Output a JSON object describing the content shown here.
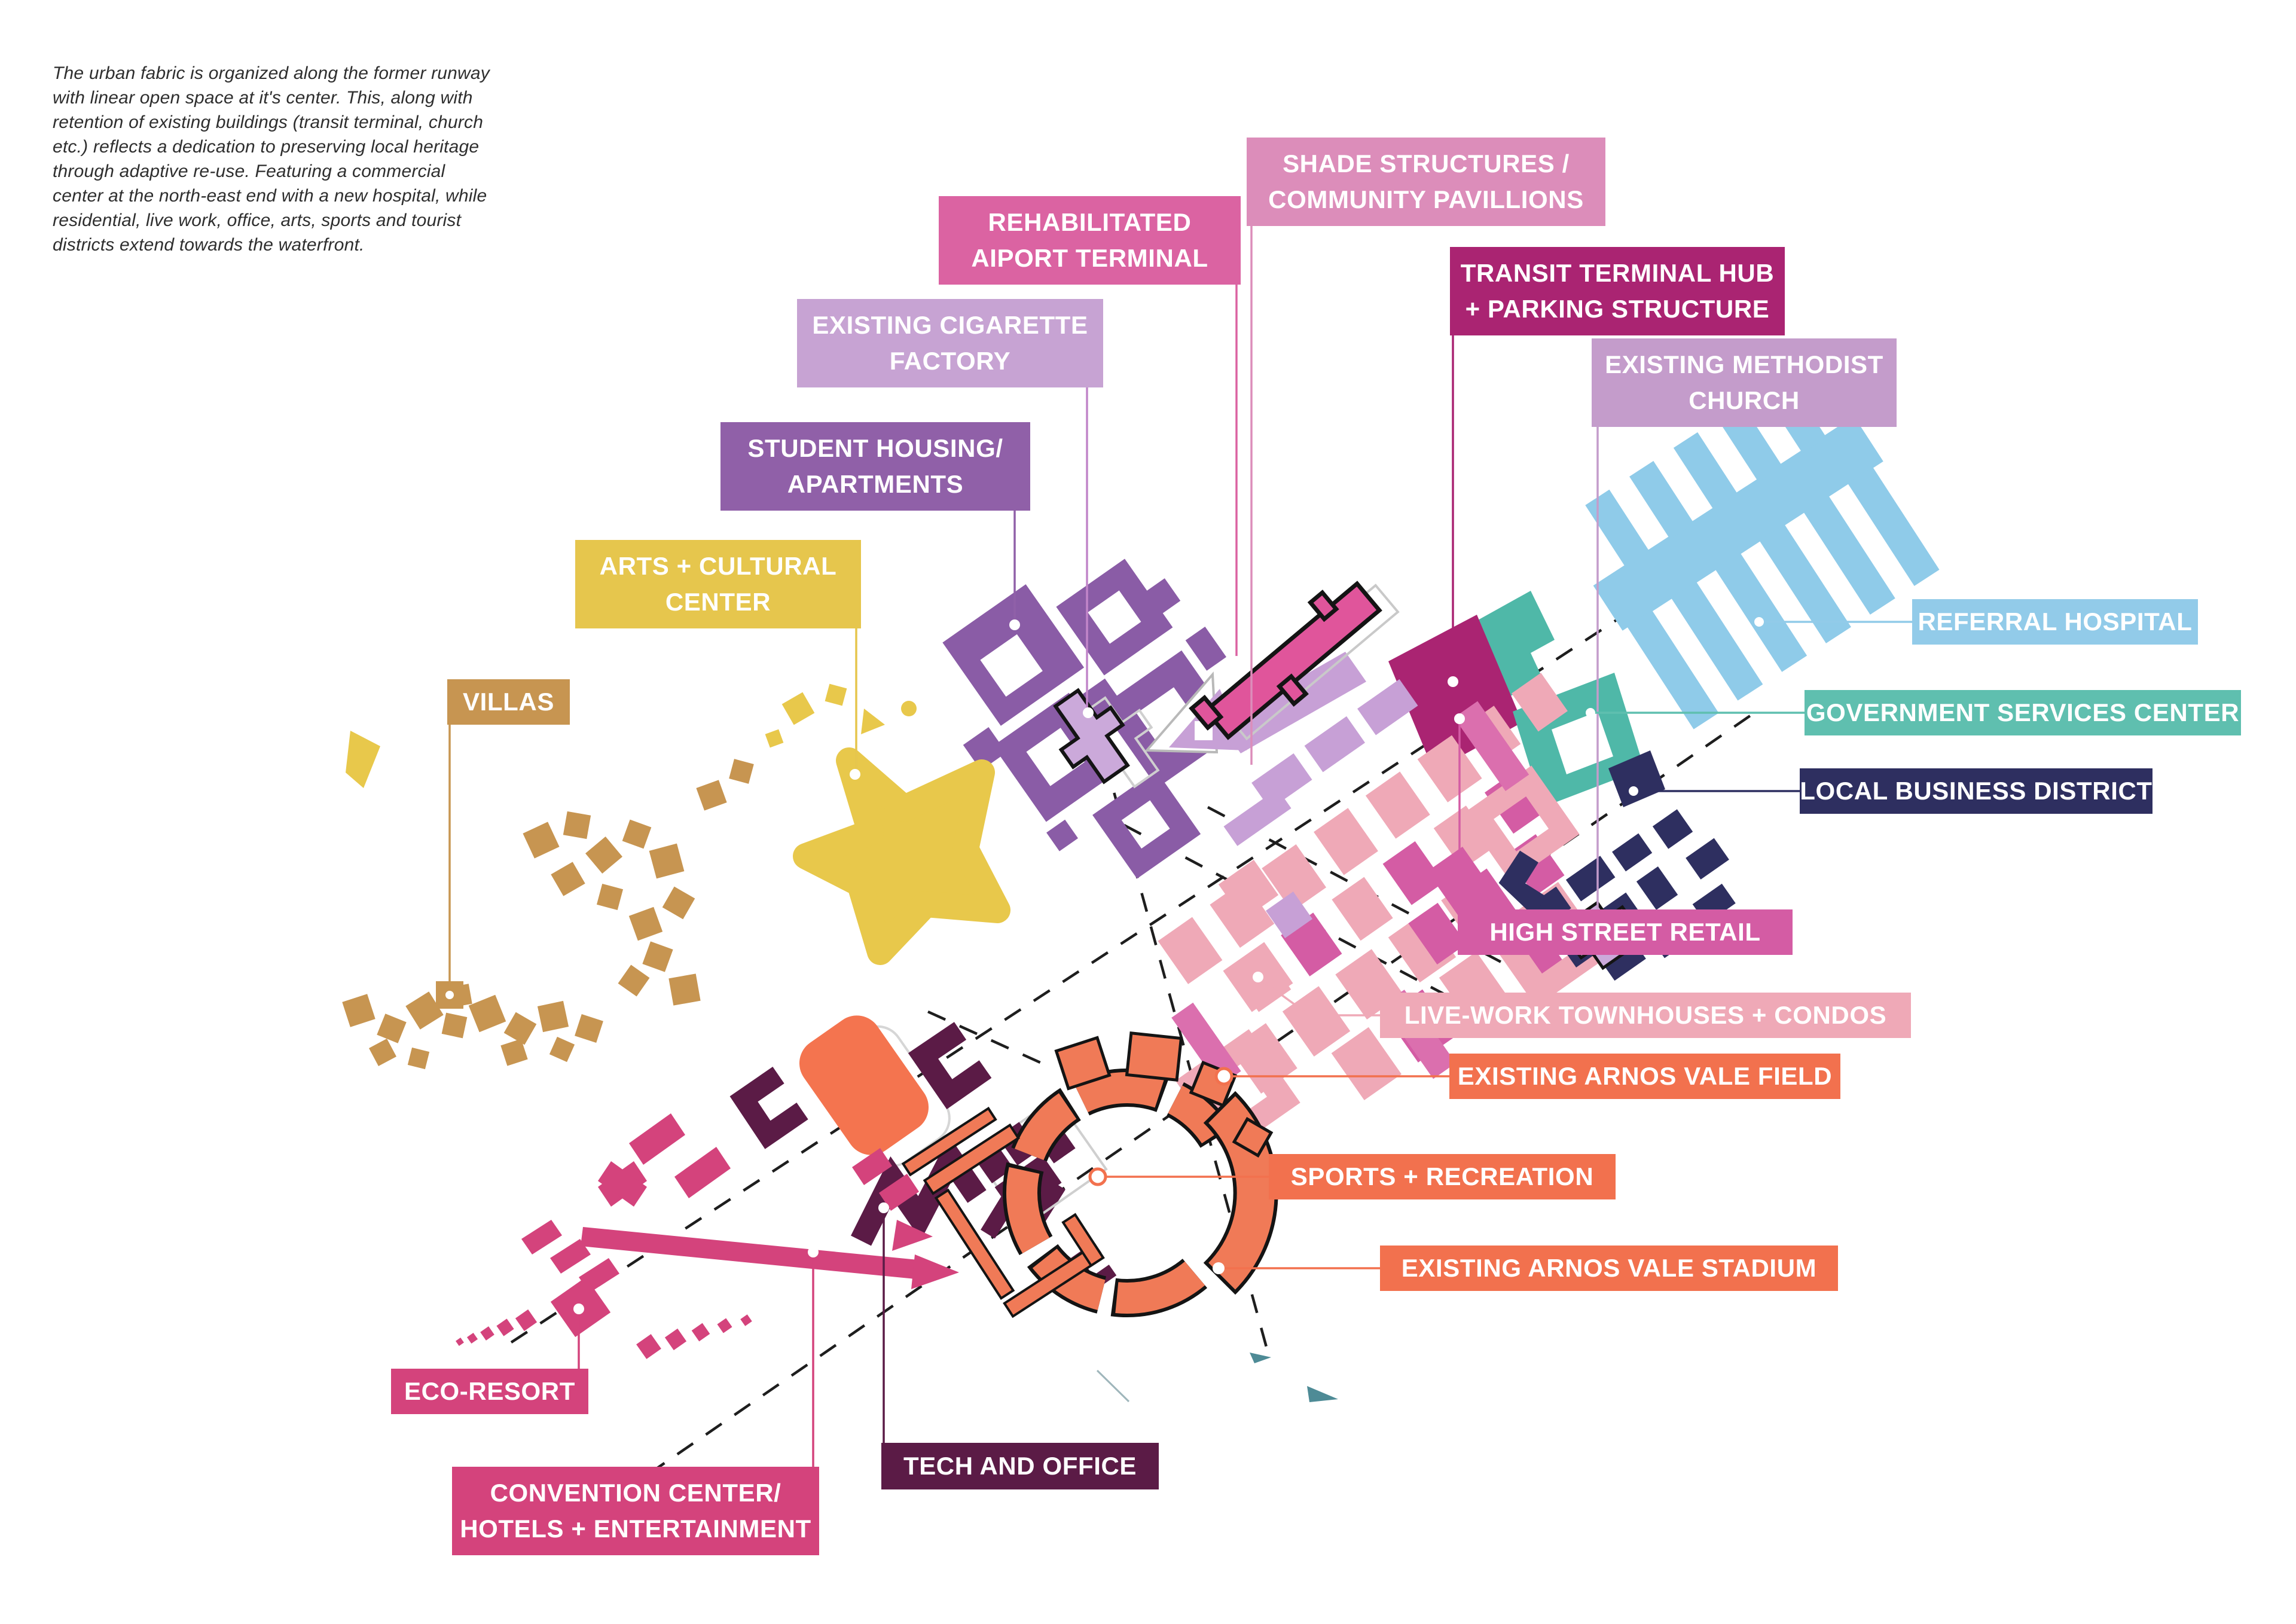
{
  "intro": {
    "text": "The urban fabric is organized along the former runway\nwith linear open space at it's center. This, along with\nretention of existing buildings (transit terminal, church\netc.) reflects a dedication to preserving local heritage\nthrough adaptive re-use. Featuring a commercial\ncenter at the north-east end with a new hospital, while\nresidential, live work, office, arts, sports and tourist\ndistricts extend towards the waterfront."
  },
  "labels": {
    "shade_structures": {
      "text": "SHADE STRUCTURES /\nCOMMUNITY PAVILLIONS",
      "color": "#DC8DBA"
    },
    "rehab_terminal": {
      "text": "REHABILITATED\nAIPORT TERMINAL",
      "color": "#DB63A2"
    },
    "transit_hub": {
      "text": "TRANSIT TERMINAL HUB\n+ PARKING STRUCTURE",
      "color": "#AA2472"
    },
    "cigarette_factory": {
      "text": "EXISTING CIGARETTE\nFACTORY",
      "color": "#C7A3D3"
    },
    "methodist_church": {
      "text": "EXISTING METHODIST\nCHURCH",
      "color": "#C49CCB"
    },
    "student_housing": {
      "text": "STUDENT HOUSING/\nAPARTMENTS",
      "color": "#9060A8"
    },
    "arts_center": {
      "text": "ARTS + CULTURAL\nCENTER",
      "color": "#E6C64D"
    },
    "villas": {
      "text": "VILLAS",
      "color": "#C79551"
    },
    "referral_hospital": {
      "text": "REFERRAL HOSPITAL",
      "color": "#92CBE9"
    },
    "gov_services": {
      "text": "GOVERNMENT SERVICES CENTER",
      "color": "#5FBFAF"
    },
    "local_business": {
      "text": "LOCAL BUSINESS DISTRICT",
      "color": "#2E2F60"
    },
    "high_street": {
      "text": "HIGH STREET RETAIL",
      "color": "#D45CA4"
    },
    "live_work": {
      "text": "LIVE-WORK TOWNHOUSES + CONDOS",
      "color": "#EFA9B7"
    },
    "arnos_field": {
      "text": "EXISTING ARNOS VALE FIELD",
      "color": "#F2714E"
    },
    "sports_rec": {
      "text": "SPORTS + RECREATION",
      "color": "#F2714E"
    },
    "arnos_stadium": {
      "text": "EXISTING ARNOS VALE STADIUM",
      "color": "#F2714E"
    },
    "eco_resort": {
      "text": "ECO-RESORT",
      "color": "#D4437C"
    },
    "convention": {
      "text": "CONVENTION CENTER/\nHOTELS + ENTERTAINMENT",
      "color": "#D4437C"
    },
    "tech_office": {
      "text": "TECH AND OFFICE",
      "color": "#5B1B46"
    }
  },
  "palette": {
    "housing_purple": "#8A5CA6",
    "lilac": "#C7A0D6",
    "terminal_pink": "#E0559B",
    "hub_magenta": "#AA2472",
    "teal": "#4FB8A8",
    "hospital_blue": "#8FCBE9",
    "salmon": "#EFA9B7",
    "retail_pink": "#D45CA4",
    "navy": "#2E2F60",
    "arts_yellow": "#E8C84B",
    "villa_tan": "#C79551",
    "coral": "#F07A57",
    "plum": "#5B1B46",
    "eco_magenta": "#D4437C"
  }
}
